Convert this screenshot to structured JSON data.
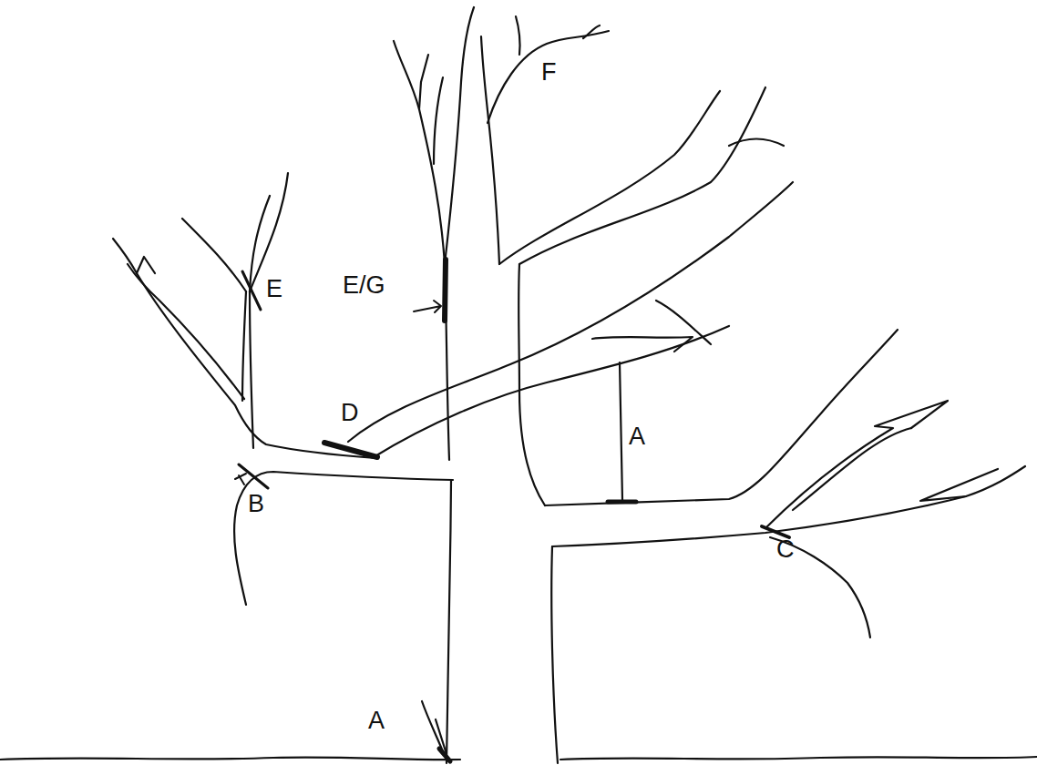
{
  "diagram": {
    "labels": [
      "F",
      "E",
      "E/G",
      "D",
      "A",
      "B",
      "C",
      "A"
    ]
  }
}
